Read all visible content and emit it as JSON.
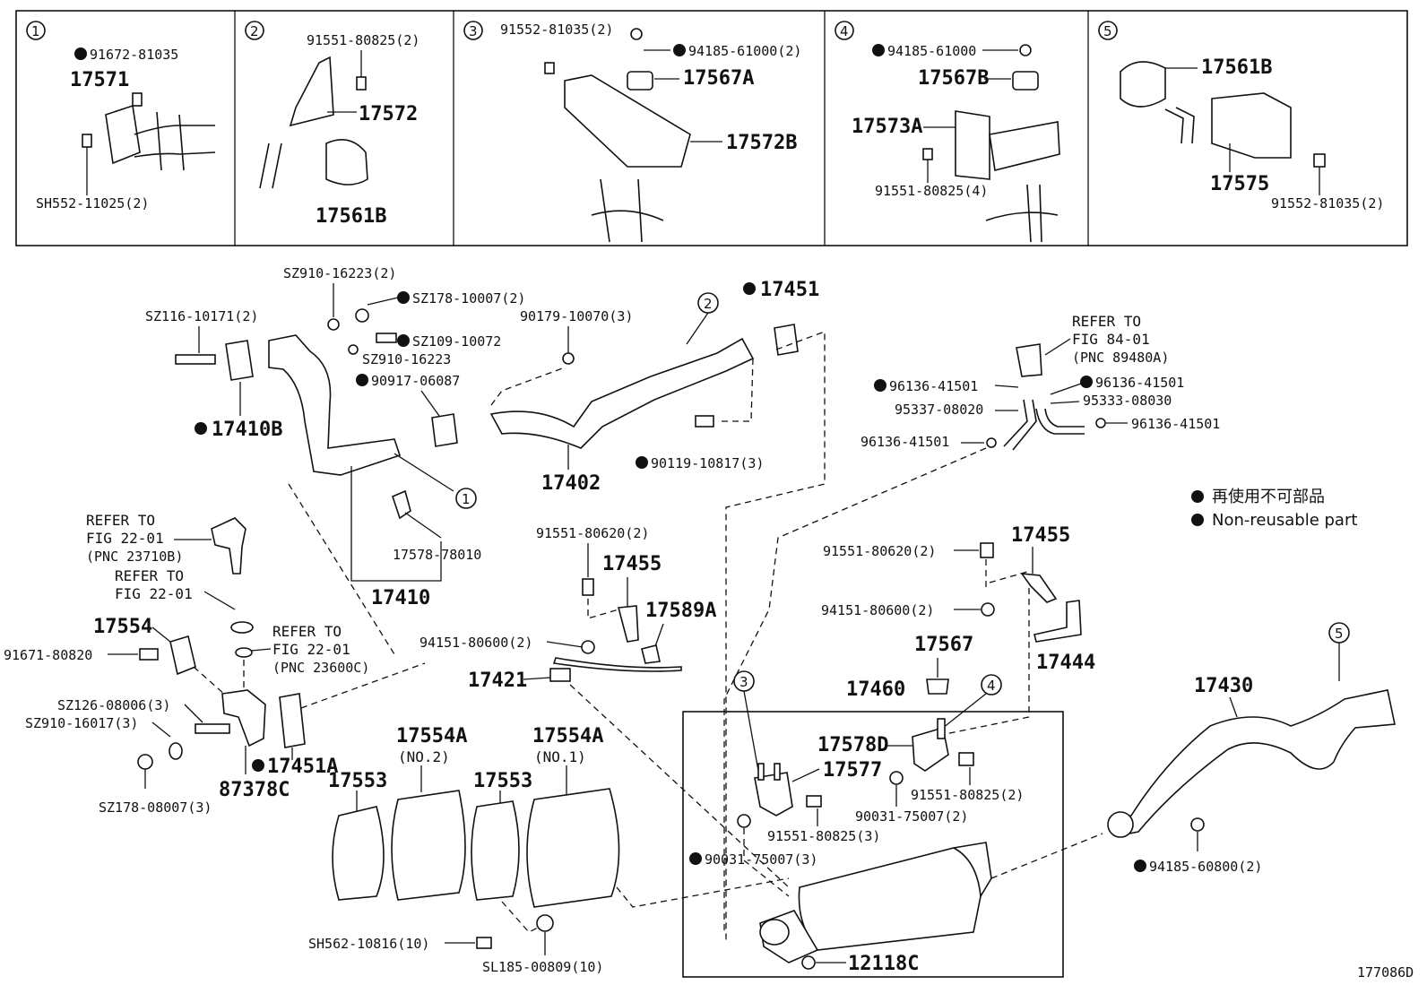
{
  "diagram_code": "177086D",
  "legend": {
    "jp": "再使用不可部品",
    "en": "Non-reusable part"
  },
  "panels": {
    "p1": {
      "id": "1",
      "callout_a": "91672-81035",
      "pn": "17571",
      "callout_b": "SH552-11025(2)"
    },
    "p2": {
      "id": "2",
      "callout_a": "91551-80825(2)",
      "pn_a": "17572",
      "pn_b": "17561B"
    },
    "p3": {
      "id": "3",
      "callout_a": "91552-81035(2)",
      "callout_b": "94185-61000(2)",
      "pn_a": "17567A",
      "pn_b": "17572B"
    },
    "p4": {
      "id": "4",
      "callout_a": "94185-61000",
      "pn_a": "17567B",
      "pn_b": "17573A",
      "callout_b": "91551-80825(4)"
    },
    "p5": {
      "id": "5",
      "pn_a": "17561B",
      "pn_b": "17575",
      "callout_a": "91552-81035(2)"
    }
  },
  "main": {
    "labels": {
      "sz910_16223_2": "SZ910-16223(2)",
      "sz178_10007_2": "SZ178-10007(2)",
      "sz116_10171_2": "SZ116-10171(2)",
      "sz109_10072": "SZ109-10072",
      "sz910_16223": "SZ910-16223",
      "l90917_06087": "90917-06087",
      "l17410b": "17410B",
      "l90179_10070_3": "90179-10070(3)",
      "l17451": "17451",
      "l17402": "17402",
      "l90119_10817_3": "90119-10817(3)",
      "l17578_78010": "17578-78010",
      "l17410": "17410",
      "refer1_a": "REFER TO",
      "refer1_b": "FIG 22-01",
      "refer1_c": "(PNC 23710B)",
      "refer2_a": "REFER TO",
      "refer2_b": "FIG 22-01",
      "refer3_a": "REFER TO",
      "refer3_b": "FIG 22-01",
      "refer3_c": "(PNC 23600C)",
      "l17554": "17554",
      "l91671_80820": "91671-80820",
      "sz126_08006_3": "SZ126-08006(3)",
      "sz910_16017_3": "SZ910-16017(3)",
      "sz178_08007_3": "SZ178-08007(3)",
      "l87378c": "87378C",
      "l17451a": "17451A",
      "l91551_80620_2_a": "91551-80620(2)",
      "l17455_a": "17455",
      "l17589a": "17589A",
      "l94151_80600_2_a": "94151-80600(2)",
      "l17421": "17421",
      "l17554a_no2": "17554A",
      "no2": "(NO.2)",
      "l17554a_no1": "17554A",
      "no1": "(NO.1)",
      "l17553_a": "17553",
      "l17553_b": "17553",
      "sh562_10816_10": "SH562-10816(10)",
      "sl185_00809_10": "SL185-00809(10)",
      "refer4_a": "REFER TO",
      "refer4_b": "FIG 84-01",
      "refer4_c": "(PNC 89480A)",
      "l96136_41501_a": "96136-41501",
      "l96136_41501_b": "96136-41501",
      "l95337_08020": "95337-08020",
      "l95333_08030": "95333-08030",
      "l96136_41501_c": "96136-41501",
      "l96136_41501_d": "96136-41501",
      "l91551_80620_2_b": "91551-80620(2)",
      "l17455_b": "17455",
      "l94151_80600_2_b": "94151-80600(2)",
      "l17444": "17444",
      "l17567": "17567",
      "l17460": "17460",
      "l17578d": "17578D",
      "l17577": "17577",
      "l91551_80825_2": "91551-80825(2)",
      "l90031_75007_2": "90031-75007(2)",
      "l91551_80825_3": "91551-80825(3)",
      "l90031_75007_3": "90031-75007(3)",
      "l12118c": "12118C",
      "l17430": "17430",
      "l94185_60800_2": "94185-60800(2)"
    },
    "circles": {
      "c1": "1",
      "c2": "2",
      "c3": "3",
      "c4": "4",
      "c5": "5"
    }
  }
}
